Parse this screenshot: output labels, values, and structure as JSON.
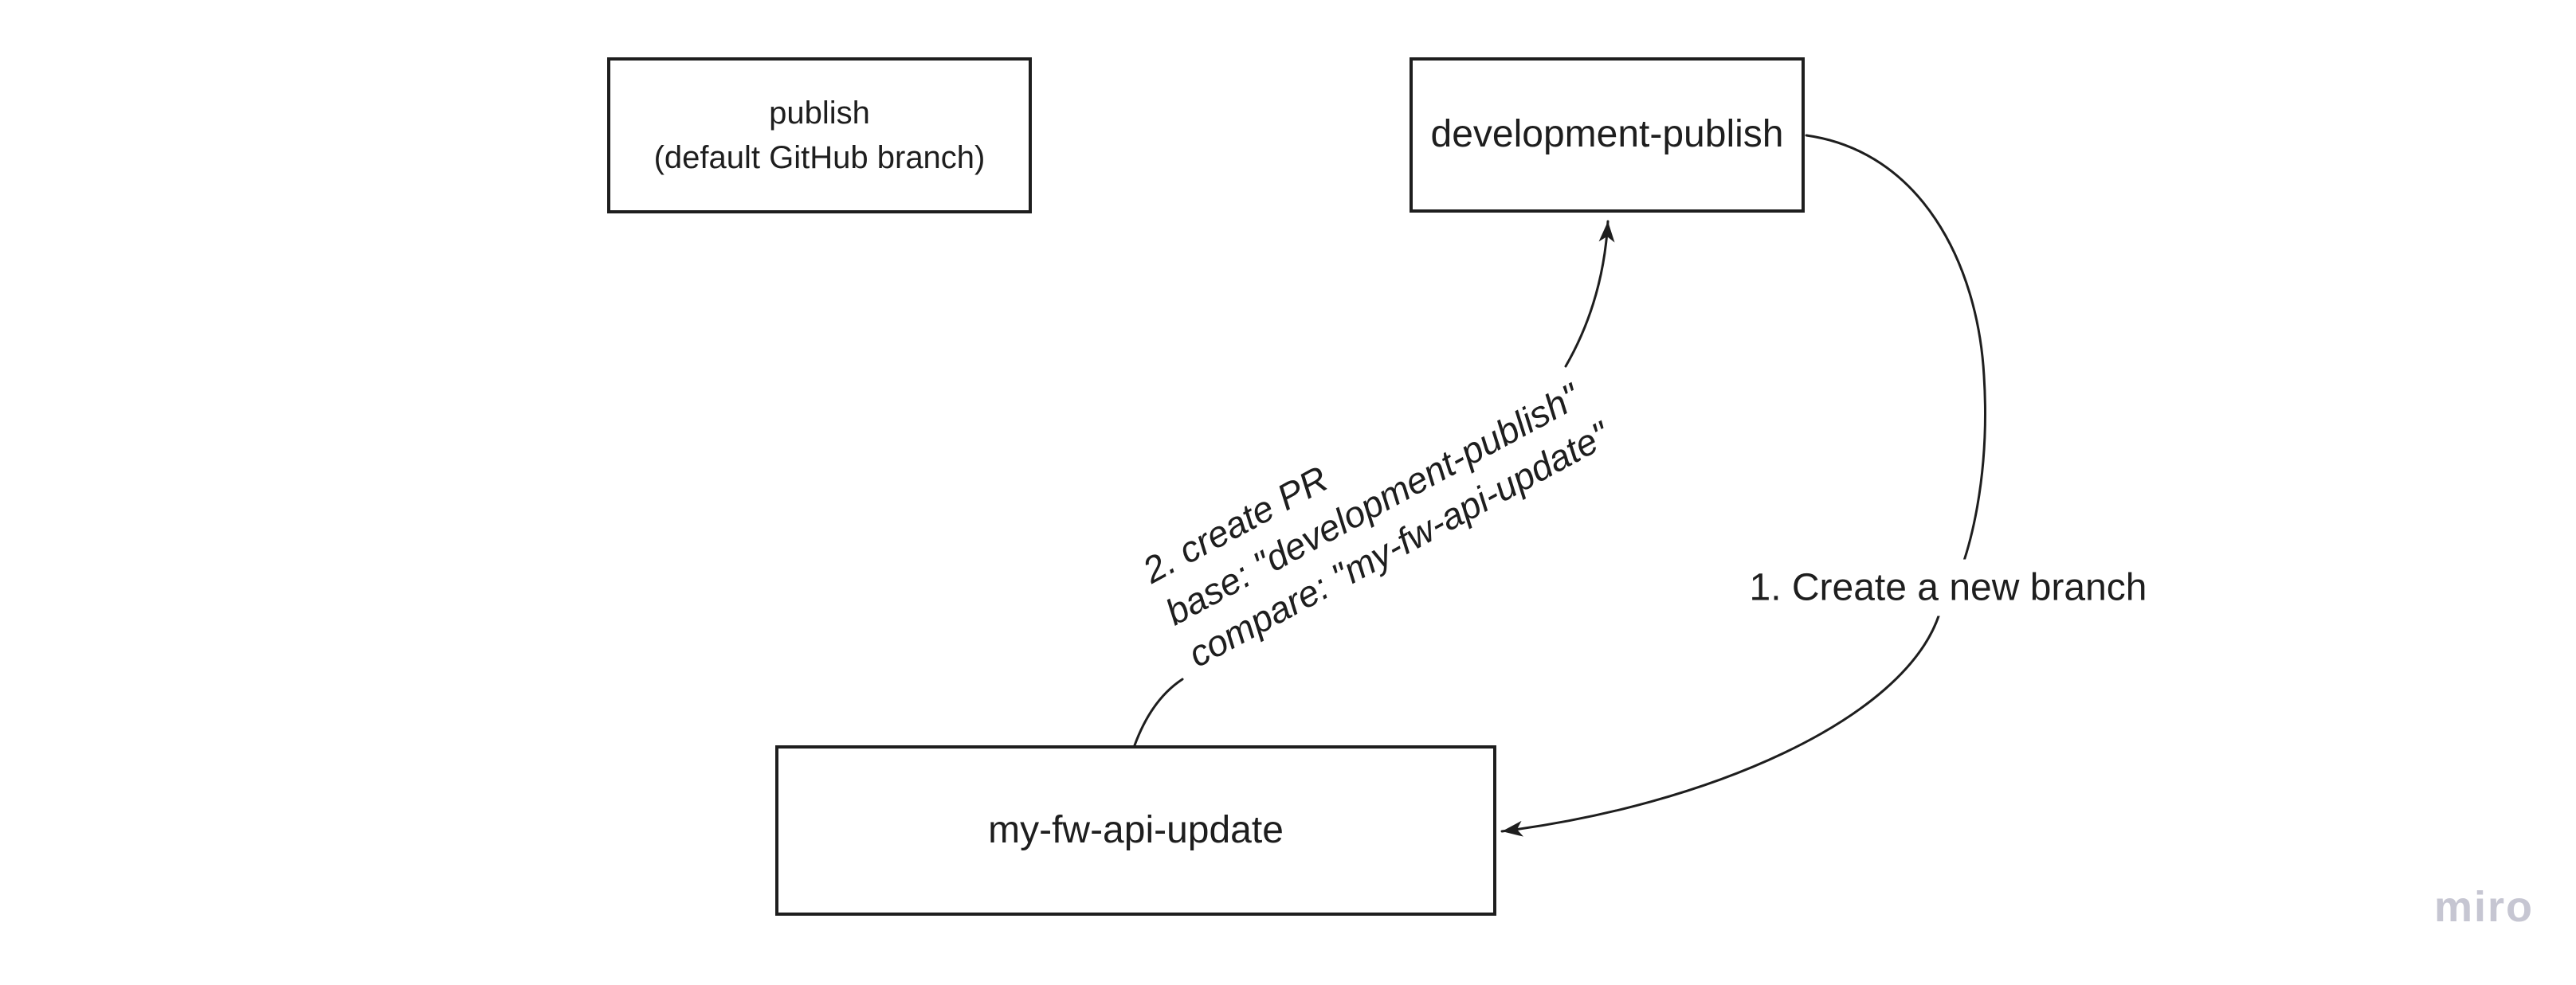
{
  "diagram": {
    "boxes": {
      "publish": {
        "line1": "publish",
        "line2": "(default GitHub branch)"
      },
      "development_publish": {
        "label": "development-publish"
      },
      "my_fw_api_update": {
        "label": "my-fw-api-update"
      }
    },
    "connectors": {
      "create_branch": {
        "label": "1. Create a new branch",
        "from": "development-publish",
        "to": "my-fw-api-update"
      },
      "create_pr": {
        "line1": "2. create PR",
        "line2": "base: \"development-publish\"",
        "line3": "compare: \"my-fw-api-update\"",
        "from": "my-fw-api-update",
        "to": "development-publish"
      }
    }
  },
  "watermark": {
    "label": "miro"
  },
  "colors": {
    "background": "#ffffff",
    "stroke": "#1e1e1e",
    "text": "#1e1e1e",
    "watermark": "#c6c6d2"
  }
}
